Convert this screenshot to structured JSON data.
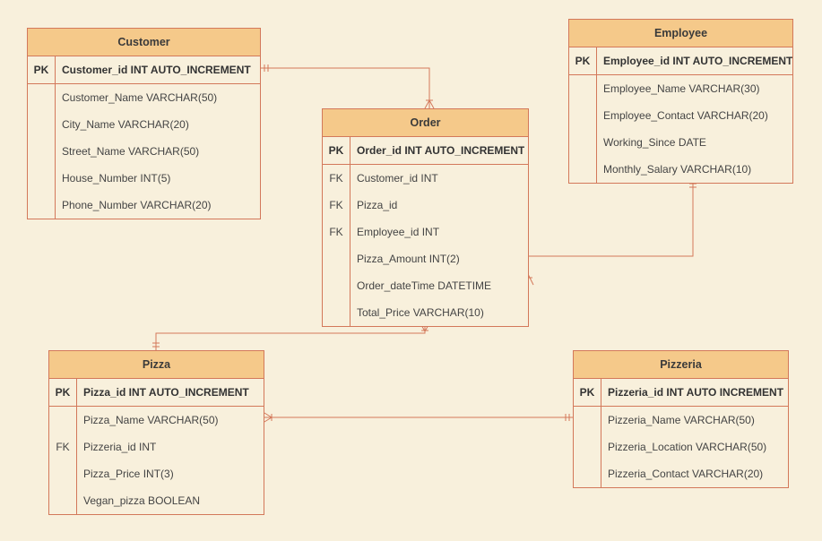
{
  "colors": {
    "background": "#f8f0dc",
    "header_fill": "#f5c98a",
    "border": "#d3785a"
  },
  "entities": {
    "customer": {
      "title": "Customer",
      "rows": [
        {
          "key": "PK",
          "field": "Customer_id INT AUTO_INCREMENT"
        },
        {
          "key": "",
          "field": "Customer_Name  VARCHAR(50)"
        },
        {
          "key": "",
          "field": "City_Name VARCHAR(20)"
        },
        {
          "key": "",
          "field": "Street_Name VARCHAR(50)"
        },
        {
          "key": "",
          "field": "House_Number INT(5)"
        },
        {
          "key": "",
          "field": "Phone_Number VARCHAR(20)"
        }
      ]
    },
    "order": {
      "title": "Order",
      "rows": [
        {
          "key": "PK",
          "field": "Order_id INT AUTO_INCREMENT"
        },
        {
          "key": "FK",
          "field": "Customer_id INT"
        },
        {
          "key": "FK",
          "field": "Pizza_id"
        },
        {
          "key": "FK",
          "field": "Employee_id INT"
        },
        {
          "key": "",
          "field": "Pizza_Amount INT(2)"
        },
        {
          "key": "",
          "field": "Order_dateTime DATETIME"
        },
        {
          "key": "",
          "field": "Total_Price VARCHAR(10)"
        }
      ]
    },
    "employee": {
      "title": "Employee",
      "rows": [
        {
          "key": "PK",
          "field": "Employee_id INT AUTO_INCREMENT"
        },
        {
          "key": "",
          "field": "Employee_Name VARCHAR(30)"
        },
        {
          "key": "",
          "field": "Employee_Contact VARCHAR(20)"
        },
        {
          "key": "",
          "field": "Working_Since DATE"
        },
        {
          "key": "",
          "field": "Monthly_Salary VARCHAR(10)"
        }
      ]
    },
    "pizza": {
      "title": "Pizza",
      "rows": [
        {
          "key": "PK",
          "field": "Pizza_id INT AUTO_INCREMENT"
        },
        {
          "key": "",
          "field": "Pizza_Name VARCHAR(50)"
        },
        {
          "key": "FK",
          "field": "Pizzeria_id INT"
        },
        {
          "key": "",
          "field": "Pizza_Price INT(3)"
        },
        {
          "key": "",
          "field": "Vegan_pizza BOOLEAN"
        }
      ]
    },
    "pizzeria": {
      "title": "Pizzeria",
      "rows": [
        {
          "key": "PK",
          "field": "Pizzeria_id INT AUTO INCREMENT"
        },
        {
          "key": "",
          "field": "Pizzeria_Name VARCHAR(50)"
        },
        {
          "key": "",
          "field": "Pizzeria_Location VARCHAR(50)"
        },
        {
          "key": "",
          "field": "Pizzeria_Contact VARCHAR(20)"
        }
      ]
    }
  },
  "relationships": [
    {
      "from": "customer",
      "to": "order",
      "from_end": "one-and-only-one",
      "to_end": "one-or-many"
    },
    {
      "from": "employee",
      "to": "order",
      "from_end": "one-and-only-one",
      "to_end": "one-or-many"
    },
    {
      "from": "pizza",
      "to": "order",
      "from_end": "one-and-only-one",
      "to_end": "one-or-many"
    },
    {
      "from": "pizzeria",
      "to": "pizza",
      "from_end": "one-and-only-one",
      "to_end": "one-or-many"
    }
  ]
}
